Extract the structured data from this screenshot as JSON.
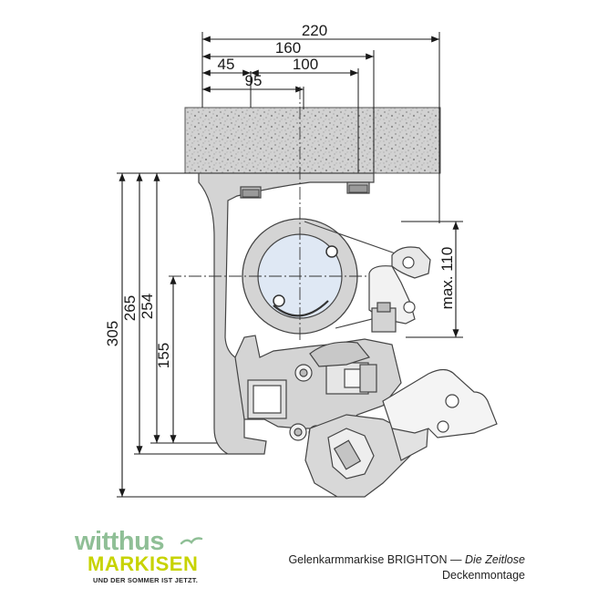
{
  "dimensions": {
    "width_220": "220",
    "width_160": "160",
    "width_45": "45",
    "width_100": "100",
    "width_95": "95",
    "height_305": "305",
    "height_265": "265",
    "height_254": "254",
    "height_155": "155",
    "height_max110": "max. 110"
  },
  "logo": {
    "line1": "witthus",
    "line2": "MARKISEN",
    "tagline": "UND DER SOMMER IST JETZT."
  },
  "caption": {
    "product": "Gelenkarmmarkise BRIGHTON — ",
    "series": "Die Zeitlose",
    "mounting": "Deckenmontage"
  },
  "colors": {
    "logo_green": "#8fbf96",
    "logo_yellow": "#c7d300",
    "part_fill": "#d4d4d4",
    "concrete": "#cfcfcf"
  }
}
